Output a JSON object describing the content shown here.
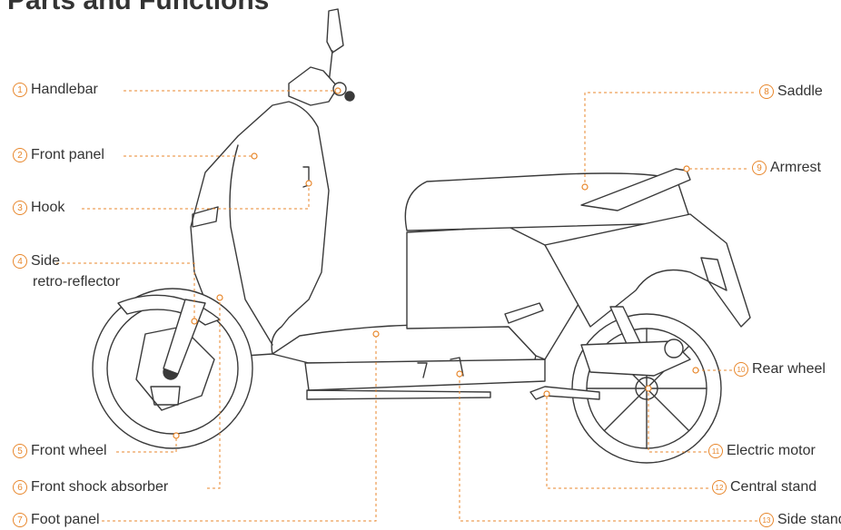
{
  "title": "Parts and Functions",
  "colors": {
    "accent": "#e8872c",
    "outline": "#3a3a3a",
    "text": "#333333"
  },
  "labels": [
    {
      "num": "1",
      "text": "Handlebar"
    },
    {
      "num": "2",
      "text": "Front panel"
    },
    {
      "num": "3",
      "text": "Hook"
    },
    {
      "num": "4",
      "text": "Side",
      "text2": "retro-reflector"
    },
    {
      "num": "5",
      "text": "Front wheel"
    },
    {
      "num": "6",
      "text": "Front shock absorber"
    },
    {
      "num": "7",
      "text": "Foot panel"
    },
    {
      "num": "8",
      "text": "Saddle"
    },
    {
      "num": "9",
      "text": "Armrest"
    },
    {
      "num": "10",
      "text": "Rear wheel"
    },
    {
      "num": "11",
      "text": "Electric motor"
    },
    {
      "num": "12",
      "text": "Central stand"
    },
    {
      "num": "13",
      "text": "Side stand"
    }
  ]
}
